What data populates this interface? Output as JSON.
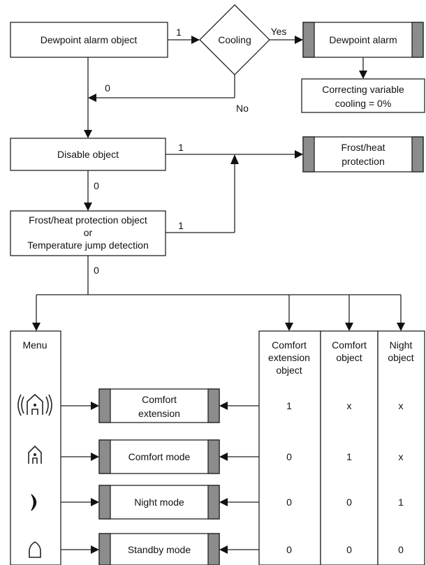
{
  "nodes": {
    "dewpoint_alarm_object": "Dewpoint alarm object",
    "cooling": "Cooling",
    "dewpoint_alarm": "Dewpoint alarm",
    "correcting_variable": [
      "Correcting variable",
      "cooling = 0%"
    ],
    "disable_object": "Disable object",
    "frost_heat_protection": [
      "Frost/heat",
      "protection"
    ],
    "frost_heat_object": [
      "Frost/heat protection object",
      "or",
      "Temperature jump detection"
    ]
  },
  "edge_labels": {
    "one_a": "1",
    "yes": "Yes",
    "zero_a": "0",
    "no": "No",
    "one_b": "1",
    "zero_b": "0",
    "one_c": "1",
    "zero_c": "0"
  },
  "table": {
    "menu_label": "Menu",
    "columns": [
      [
        "Comfort",
        "extension",
        "object"
      ],
      [
        "Comfort",
        "object"
      ],
      [
        "Night",
        "object"
      ]
    ],
    "rows": [
      {
        "mode": [
          "Comfort",
          "extension"
        ],
        "icon": "comfort-extension-icon",
        "values": [
          "1",
          "x",
          "x"
        ]
      },
      {
        "mode": [
          "Comfort mode"
        ],
        "icon": "comfort-icon",
        "values": [
          "0",
          "1",
          "x"
        ]
      },
      {
        "mode": [
          "Night mode"
        ],
        "icon": "night-icon",
        "values": [
          "0",
          "0",
          "1"
        ]
      },
      {
        "mode": [
          "Standby mode"
        ],
        "icon": "standby-icon",
        "values": [
          "0",
          "0",
          "0"
        ]
      }
    ]
  }
}
